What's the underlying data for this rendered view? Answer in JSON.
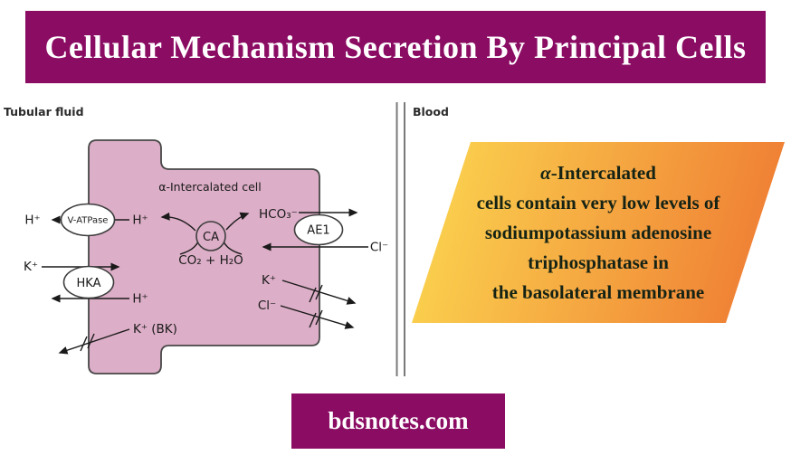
{
  "title_banner": {
    "text": "Cellular Mechanism Secretion By Principal Cells",
    "bg": "#8B0C63",
    "fg": "#FFFFFF"
  },
  "diagram": {
    "tubular_fluid_label": "Tubular fluid",
    "blood_label": "Blood",
    "cell_label": "α-Intercalated cell",
    "cell_fill": "#DCAEC7",
    "transporters": {
      "v_atpase": "V-ATPase",
      "carbonic_anhydrase": "CA",
      "ae1": "AE1",
      "hka": "HKA"
    },
    "labels": {
      "h_apical_out": "H⁺",
      "h_apical_in": "H⁺",
      "hco3": "HCO₃⁻",
      "cl_exchange": "Cl⁻",
      "co2_h2o": "CO₂ + H₂O",
      "k_apical_in": "K⁺",
      "h_hka_out": "H⁺",
      "k_bk": "K⁺ (BK)",
      "k_basolateral": "K⁺",
      "cl_basolateral": "Cl⁻"
    }
  },
  "callout": {
    "alpha": "α",
    "line1_rest": "-Intercalated",
    "line2": "cells contain very low levels of",
    "line3": "sodiumpotassium adenosine",
    "line4": "triphosphatase in",
    "line5": "the basolateral membrane",
    "gradient_from": "#FBD44F",
    "gradient_to": "#EF7B33"
  },
  "footer_banner": {
    "text": "bdsnotes.com",
    "bg": "#8B0C63",
    "fg": "#FFFFFF"
  }
}
